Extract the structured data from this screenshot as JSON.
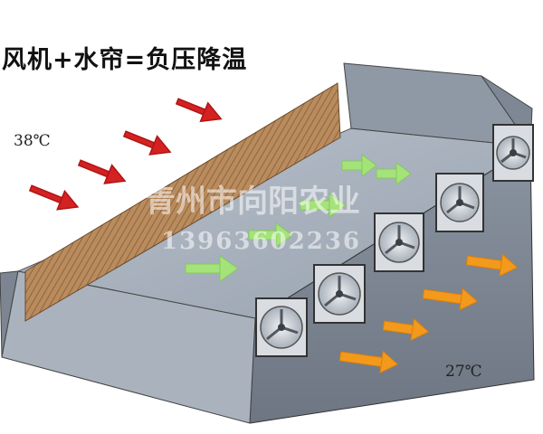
{
  "title": "风机+水帘=负压降温",
  "temperatures": {
    "inlet": "38℃",
    "outlet": "27℃"
  },
  "watermark": {
    "company": "青州市向阳农业",
    "phone": "13963602236"
  },
  "icons": {
    "hot_air": "red-arrow",
    "inner_flow": "green-arrow",
    "exhaust": "orange-arrow",
    "fan": "exhaust-fan"
  },
  "colors": {
    "hot_air": "#d42121",
    "inner_flow": "#9fe070",
    "exhaust": "#f39a1c",
    "building": "#8c95a2",
    "cooling_pad": "#b98b5d"
  }
}
